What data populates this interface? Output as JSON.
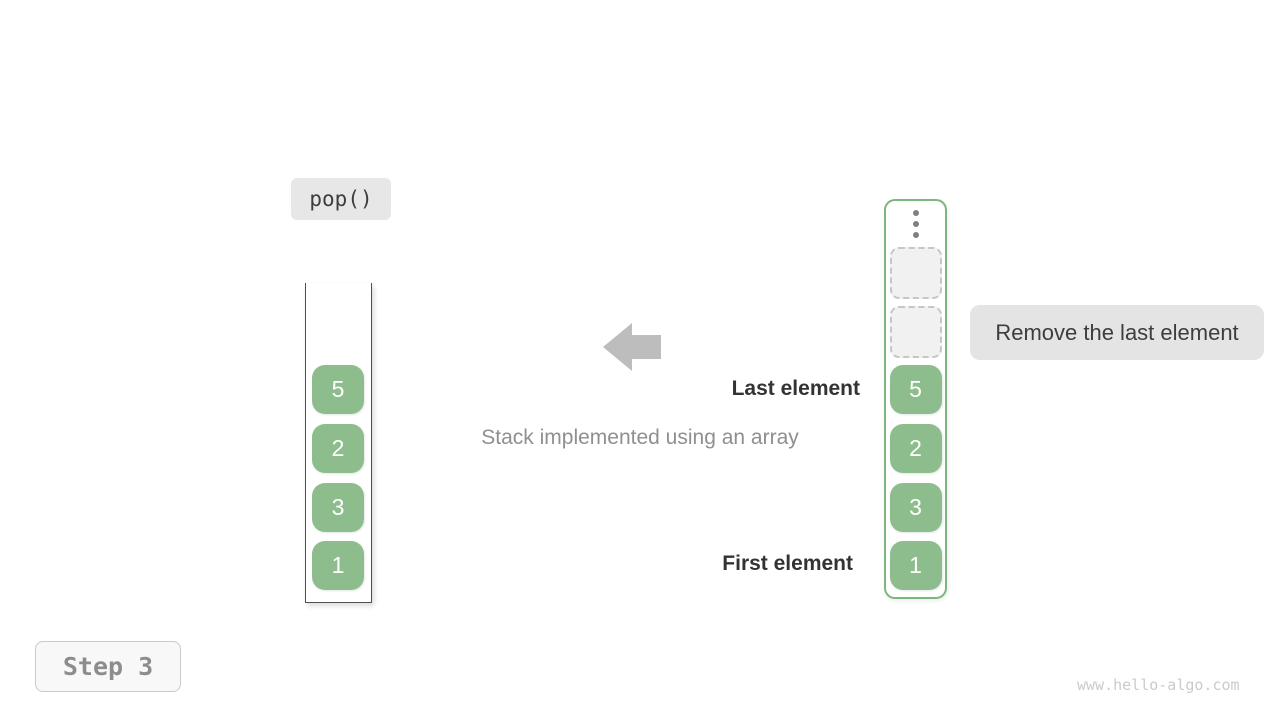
{
  "operation": {
    "label": "pop()"
  },
  "left_stack": {
    "cells": [
      "5",
      "2",
      "3",
      "1"
    ]
  },
  "right_array": {
    "cells": [
      "5",
      "2",
      "3",
      "1"
    ],
    "empty_slot_count": 2
  },
  "annotations": {
    "last_element": "Last element",
    "first_element": "First element",
    "caption": "Stack implemented using an array",
    "remove_note": "Remove the last element"
  },
  "step_badge": {
    "label": "Step 3"
  },
  "watermark": "www.hello-algo.com",
  "colors": {
    "cell_green": "#8dbd8d",
    "array_border_green": "#7eb57e",
    "stack_border_gray": "#4f4f4f",
    "arrow_gray": "#bdbdbd",
    "chip_bg": "#e7e7e7",
    "note_bg": "#e4e4e4",
    "empty_cell_bg": "#f1f1f1",
    "empty_cell_border": "#c6c6c6",
    "bold_label_text": "#333333",
    "caption_text": "#8f8f8f",
    "step_text": "#8d8d8d",
    "watermark_text": "#cbcbcb"
  }
}
